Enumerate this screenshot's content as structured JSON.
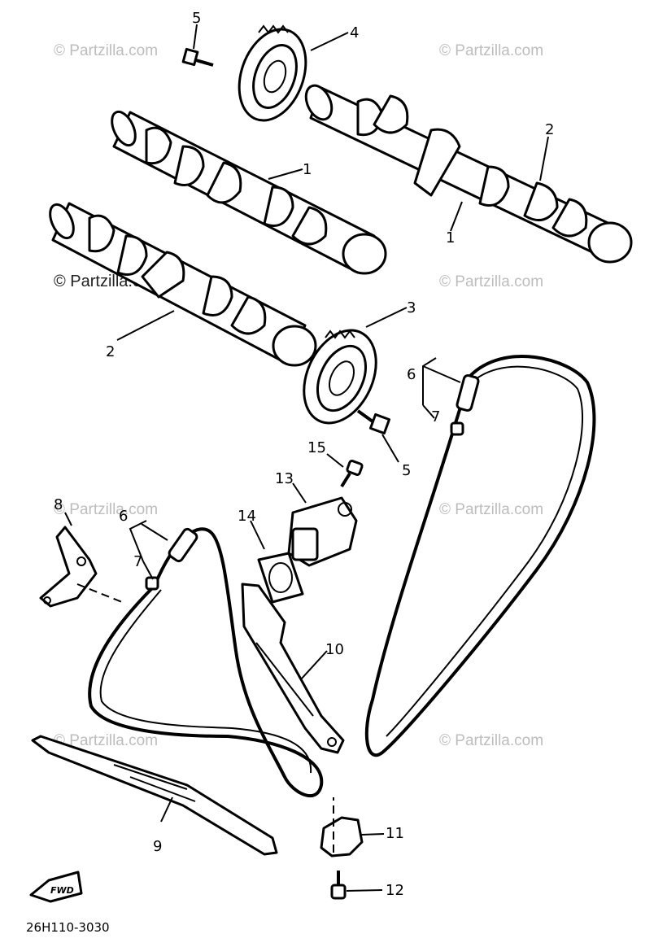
{
  "diagram": {
    "code": "26H110-3030",
    "fwd_label": "FWD",
    "watermark_light": "© Partzilla.com",
    "watermark_dark": "© Partzilla.com"
  },
  "callouts": {
    "c1a": "1",
    "c1b": "1",
    "c2a": "2",
    "c2b": "2",
    "c3": "3",
    "c4": "4",
    "c5a": "5",
    "c5b": "5",
    "c6a": "6",
    "c6b": "6",
    "c7a": "7",
    "c7b": "7",
    "c8": "8",
    "c9": "9",
    "c10": "10",
    "c11": "11",
    "c12": "12",
    "c13": "13",
    "c14": "14",
    "c15": "15"
  }
}
